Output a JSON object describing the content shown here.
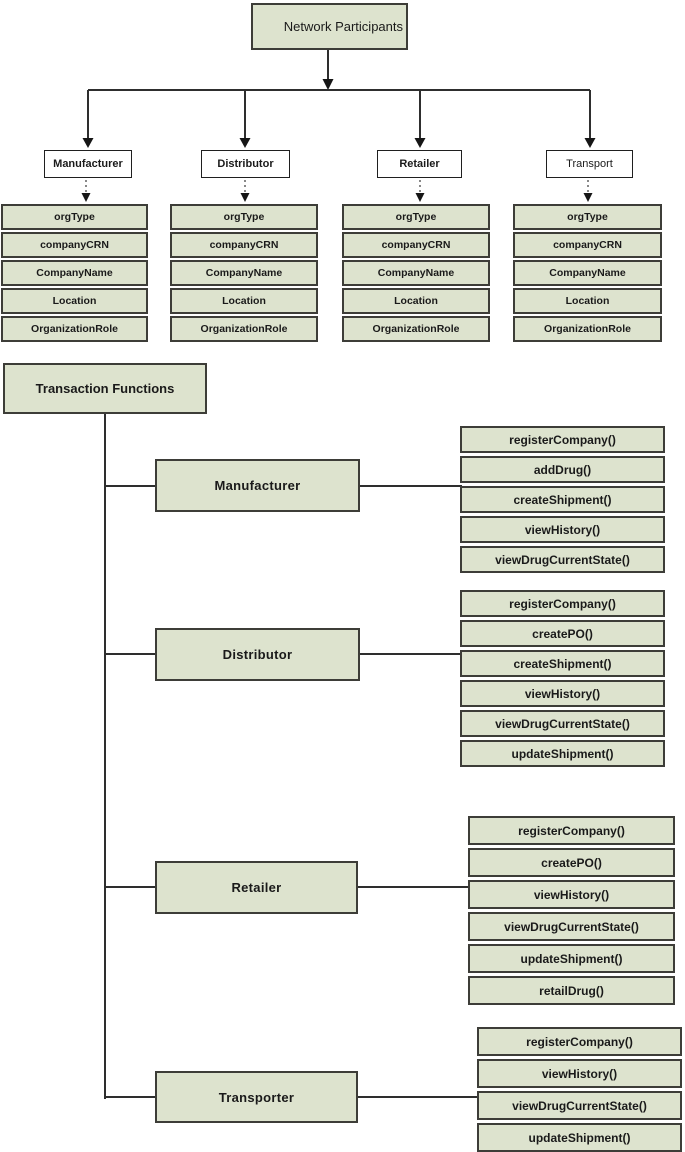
{
  "colors": {
    "box_fill": "#dde3ce",
    "box_border": "#3d3d38",
    "header_fill": "#ffffff",
    "line": "#2e2e2e",
    "dotted_line": "#6a6a6a"
  },
  "network": {
    "title": "Network Participants",
    "headers": [
      {
        "label": "Manufacturer"
      },
      {
        "label": "Distributor"
      },
      {
        "label": "Retailer"
      },
      {
        "label": "Transport"
      }
    ],
    "attributes": [
      "orgType",
      "companyCRN",
      "CompanyName",
      "Location",
      "OrganizationRole"
    ]
  },
  "transactions": {
    "title": "Transaction Functions",
    "roles": [
      {
        "label": "Manufacturer",
        "functions": [
          "registerCompany()",
          "addDrug()",
          "createShipment()",
          "viewHistory()",
          "viewDrugCurrentState()"
        ]
      },
      {
        "label": "Distributor",
        "functions": [
          "registerCompany()",
          "createPO()",
          "createShipment()",
          "viewHistory()",
          "viewDrugCurrentState()",
          "updateShipment()"
        ]
      },
      {
        "label": "Retailer",
        "functions": [
          "registerCompany()",
          "createPO()",
          "viewHistory()",
          "viewDrugCurrentState()",
          "updateShipment()",
          "retailDrug()"
        ]
      },
      {
        "label": "Transporter",
        "functions": [
          "registerCompany()",
          "viewHistory()",
          "viewDrugCurrentState()",
          "updateShipment()"
        ]
      }
    ]
  }
}
